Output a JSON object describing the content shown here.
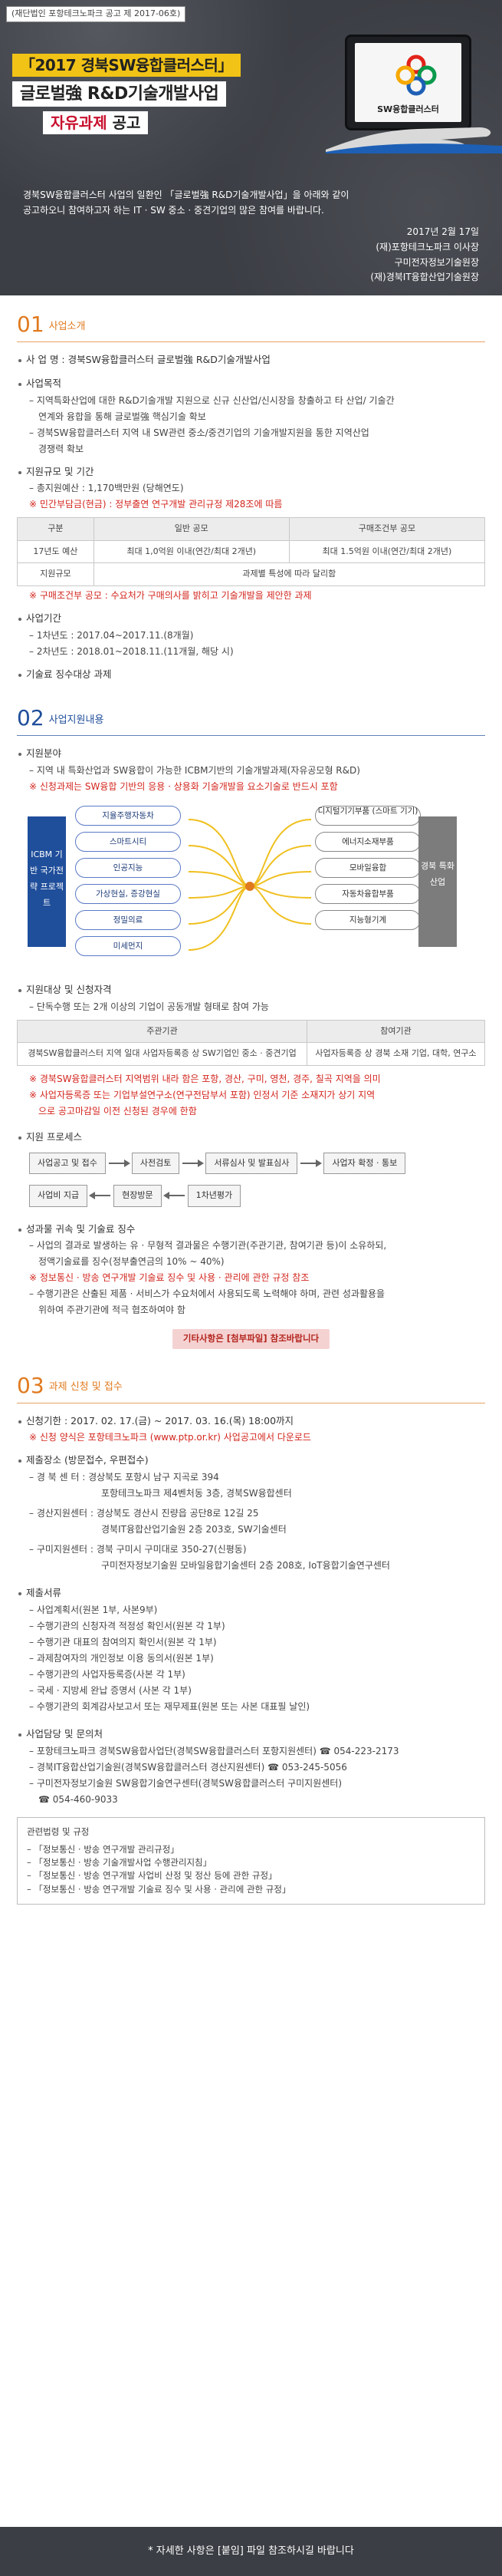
{
  "header": {
    "notice_tag": "(재단법인 포항테크노파크 공고 제 2017-06호)",
    "title_line1": "「2017 경북SW융합클러스터」",
    "title_line2": "글로벌強 R&D기술개발사업",
    "title_line3_highlight": "자유과제",
    "title_line3_rest": " 공고",
    "logo_caption": "SW융합클러스터",
    "intro_line1": "경북SW융합클러스터 사업의 일환인 「글로벌強 R&D기술개발사업」을 아래와 같이",
    "intro_line2": "공고하오니 참여하고자 하는 IT · SW 중소 · 중견기업의 많은 참여를 바랍니다.",
    "date": "2017년 2월 17일",
    "signers": [
      "(재)포항테크노파크 이사장",
      "구미전자정보기술원장",
      "(재)경북IT융합산업기술원장"
    ],
    "colors": {
      "banner_bg": "#3b3e44",
      "accent_yellow": "#f1c316",
      "accent_red": "#c8102e"
    }
  },
  "sec1": {
    "num": "01",
    "title": "사업소개",
    "project_name": "사 업 명 : 경북SW융합클러스터 글로벌強 R&D기술개발사업",
    "purpose_head": "사업목적",
    "purpose_lines": [
      "– 지역특화산업에 대한 R&D기술개발 지원으로 신규 신산업/신시장을 창출하고 타 산업/ 기술간",
      "연계와 융합을 통해 글로벌強 핵심기술 확보",
      "– 경북SW융합클러스터 지역 내 SW관련 중소/중견기업의 기술개발지원을 통한 지역산업",
      "경쟁력 확보"
    ],
    "scale_head": "지원규모 및 기간",
    "budget": "– 총지원예산 : 1,170백만원 (당해연도)",
    "budget_note": "※ 민간부담금(현금) : 정부출연 연구개발 관리규정 제28조에 따름",
    "table_headers": [
      "구분",
      "일반 공모",
      "구매조건부 공모"
    ],
    "table_rows": [
      [
        "17년도 예산",
        "최대 1,0억원 이내(연간/최대 2개년)",
        "최대 1.5억원 이내(연간/최대 2개년)"
      ],
      [
        "지원규모",
        "과제별 특성에 따라 달리함",
        ""
      ]
    ],
    "table_note": "※ 구매조건부 공모 : 수요처가 구매의사를 밝히고 기술개발을 제안한 과제",
    "period_head": "사업기간",
    "period_lines": [
      "– 1차년도 : 2017.04~2017.11.(8개월)",
      "– 2차년도 : 2018.01~2018.11.(11개월, 해당 시)"
    ],
    "type_line": "기술료 징수대상 과제"
  },
  "sec2": {
    "num": "02",
    "title": "사업지원내용",
    "field_head": "지원분야",
    "field_line": "– 지역 내 특화산업과 SW융합이 가능한 ICBM기반의 기술개발과제(자유공모형 R&D)",
    "field_note": "※ 신청과제는 SW융합 기반의 응용 · 상용화 기술개발을 요소기술로 반드시 포함",
    "diagram_left_label": "ICBM 기반 국가전략 프로젝트",
    "diagram_right_label": "경북 특화 산업",
    "diagram_left_items": [
      "지율주행자동차",
      "스마트시티",
      "인공지능",
      "가상현실, 증강현실",
      "정밀의료",
      "미세먼지"
    ],
    "diagram_right_items": [
      "디지털기기부품 (스마트 기기)",
      "에너지소재부품",
      "모바일융합",
      "자동차융합부품",
      "지능형기계"
    ],
    "target_head": "지원대상 및 신청자격",
    "target_line": "– 단독수행 또는 2개 이상의 기업이 공동개발 형태로 참여 가능",
    "target_headers": [
      "주관기관",
      "참여기관"
    ],
    "target_rows": [
      [
        "경북SW융합클러스터 지역 일대 사업자등록증 상 SW기업인 중소 · 중견기업",
        "사업자등록증 상 경북 소재 기업, 대학, 연구소"
      ]
    ],
    "target_notes": [
      "※ 경북SW융합클러스터 지역범위 내라 함은 포항, 경산, 구미, 영천, 경주, 칠곡 지역을 의미",
      "※ 사업자등록증 또는 기업부설연구소(연구전담부서 포함) 인정서 기준 소재지가 상기 지역",
      "으로 공고마감일 이전 신청된 경우에 한함"
    ],
    "process_head": "지원 프로세스",
    "process_row1": [
      "사업공고 및 접수",
      "사전검토",
      "서류심사 및 발표심사",
      "사업자 확정 · 통보"
    ],
    "process_row2": [
      "사업비 지급",
      "현장방문",
      "1차년평가"
    ],
    "result_head": "성과물 귀속 및 기술료 징수",
    "result_lines": [
      "– 사업의 결과로 발생하는 유 · 무형적 결과물은 수행기관(주관기관, 참여기관 등)이 소유하되,",
      "정액기술료를 징수(정부출연금의 10% ~ 40%)"
    ],
    "result_note": "※ 정보통신 · 방송 연구개발 기술료 징수 및 사용 · 관리에 관한 규정 참조",
    "result_lines2": [
      "– 수행기관은 산출된 제품 · 서비스가 수요처에서 사용되도록 노력해야 하며, 관련 성과활용을",
      "위하여 주관기관에 적극 협조하여야 함"
    ],
    "etc_pill": "기타사항은 [첨부파일] 참조바랍니다"
  },
  "sec3": {
    "num": "03",
    "title": "과제 신청 및 접수",
    "period_line": "신청기한 : 2017. 02. 17.(금) ~ 2017. 03. 16.(목) 18:00까지",
    "form_note": "※ 신청 양식은 포항테크노파크 (www.ptp.or.kr) 사업공고에서 다운로드",
    "submit_head": "제출장소 (방문접수, 우편접수)",
    "submit_lines": [
      "– 경 북 센 터 : 경상북도 포항시 남구 지곡로 394",
      "포항테크노파크 제4벤처동 3층, 경북SW융합센터",
      "– 경산지원센터 : 경상북도 경산시 진량읍 공단8로 12길 25",
      "경북IT융합산업기술원 2층 203호, SW기술센터",
      "– 구미지원센터 : 경북 구미시 구미대로 350-27(신평동)",
      "구미전자정보기술원 모바일융합기술센터 2층 208호, IoT융합기술연구센터"
    ],
    "docs_head": "제출서류",
    "docs_lines": [
      "– 사업계획서(원본 1부, 사본9부)",
      "– 수행기관의 신청자격 적정성 확인서(원본 각 1부)",
      "– 수행기관 대표의 참여의지 확인서(원본 각 1부)",
      "– 과제참여자의 개인정보 이용 동의서(원본 1부)",
      "– 수행기관의 사업자등록증(사본 각 1부)",
      "– 국세 · 지방세 완납 증명서 (사본 각 1부)",
      "– 수행기관의 회계감사보고서 또는 재무제표(원본 또는 사본 대표필 날인)"
    ],
    "contact_head": "사업담당 및 문의처",
    "contact_lines": [
      "– 포항테크노파크 경북SW융합사업단(경북SW융합클러스터 포항지원센터) ☎ 054-223-2173",
      "– 경북IT융합산업기술원(경북SW융합클러스터 경산지원센터) ☎ 053-245-5056",
      "– 구미전자정보기술원 SW융합기술연구센터(경북SW융합클러스터 구미지원센터)",
      "☎ 054-460-9033"
    ],
    "ref_head": "관련법령 및 규정",
    "ref_lines": [
      "– 「정보통신 · 방송 연구개발 관리규정」",
      "– 「정보통신 · 방송 기술개발사업 수행관리지침」",
      "– 「정보통신 · 방송 연구개발 사업비 산정 및 정산 등에 관한 규정」",
      "– 「정보통신 · 방송 연구개발 기술료 징수 및 사용 · 관리에 관한 규정」"
    ]
  },
  "footer": {
    "text": "* 자세한 사항은 [붙임] 파일 참조하시길 바랍니다"
  }
}
